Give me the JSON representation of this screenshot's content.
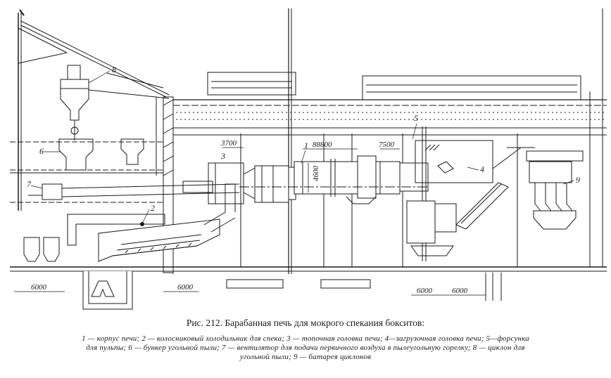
{
  "figure": {
    "caption": "Рис. 212. Барабанная печь для мокрого спекания бокситов:",
    "legend_line1": "1 — корпус печи; 2 — колосниковый холодильник для спека; 3 — топочная головка печи; 4—загрузочная головка печи; 5—форсунка",
    "legend_line2": "для пульпы; 6 — бункер угольной пыли; 7 — вентилятор для подачи первичного воздуха в пылеугольную горелку; 8 — циклон для",
    "legend_line3": "угольной пыли; 9 — батарея циклонов"
  },
  "callouts": {
    "n1": "1",
    "n2": "2",
    "n3": "3",
    "n4": "4",
    "n5": "5",
    "n6": "6",
    "n7": "7",
    "n8": "8",
    "n9": "9"
  },
  "dimensions": {
    "d3700": "3700",
    "d88800": "88800",
    "d7500": "7500",
    "d4600": "4600",
    "d6000_left": "6000",
    "d6000_mid": "6000",
    "d6000_right1": "6000",
    "d6000_right2": "6000"
  }
}
